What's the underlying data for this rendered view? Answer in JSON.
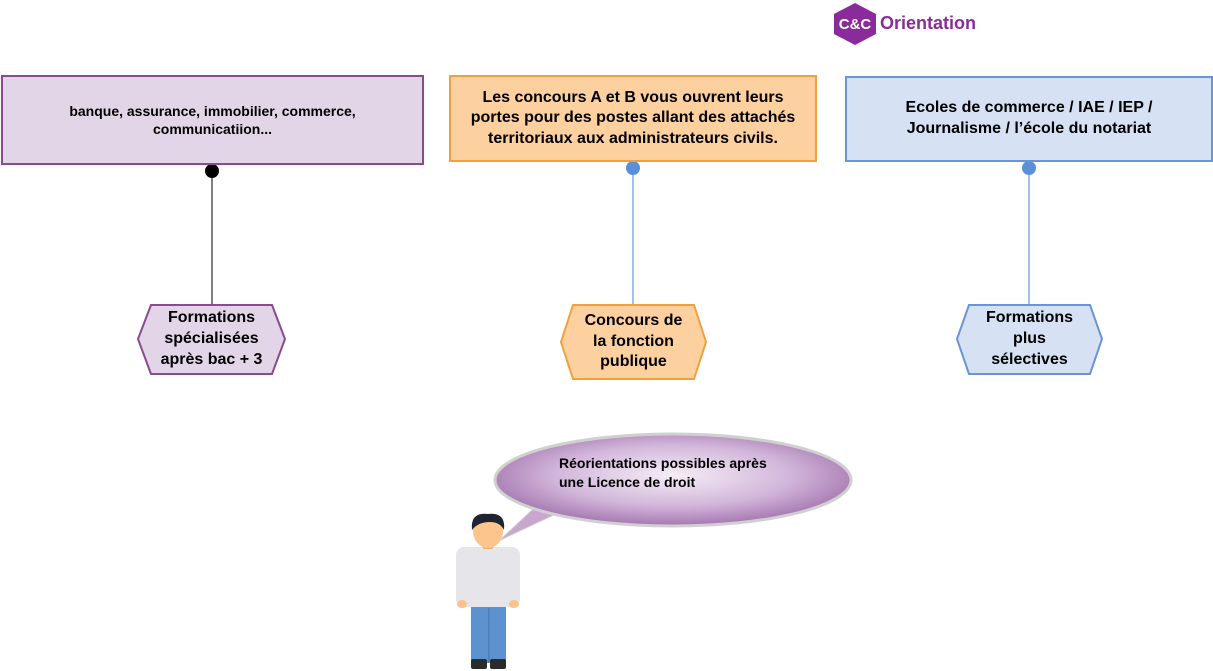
{
  "logo": {
    "mark": "C&C",
    "name": "Orientation",
    "color": "#8b2a9a"
  },
  "top_boxes": [
    {
      "text": "banque, assurance, immobilier, commerce, communicatiion...",
      "fill": "#e2d5e8",
      "border": "#8a4a8e"
    },
    {
      "text": "Les concours A et B vous ouvrent leurs portes pour des postes allant des attachés territoriaux aux administrateurs civils.",
      "fill": "#fdd0a0",
      "border": "#f0a040"
    },
    {
      "text": "Ecoles de commerce / IAE / IEP / Journalisme /  l’école du notariat",
      "fill": "#d6e2f4",
      "border": "#6a95d4"
    }
  ],
  "hexagons": [
    {
      "lines": [
        "Formations",
        "spécialisées",
        "après bac + 3"
      ],
      "fill": "#e2d5e8",
      "border": "#8a4a8e"
    },
    {
      "lines": [
        "Concours de",
        "la fonction",
        "publique"
      ],
      "fill": "#fdd0a0",
      "border": "#f0a040"
    },
    {
      "lines": [
        "Formations",
        "plus",
        "sélectives"
      ],
      "fill": "#d6e2f4",
      "border": "#6a95d4"
    }
  ],
  "bubble": {
    "lines": [
      "Réorientations possibles après",
      "une Licence de droit"
    ]
  },
  "figure": {
    "icon": "person-icon"
  }
}
